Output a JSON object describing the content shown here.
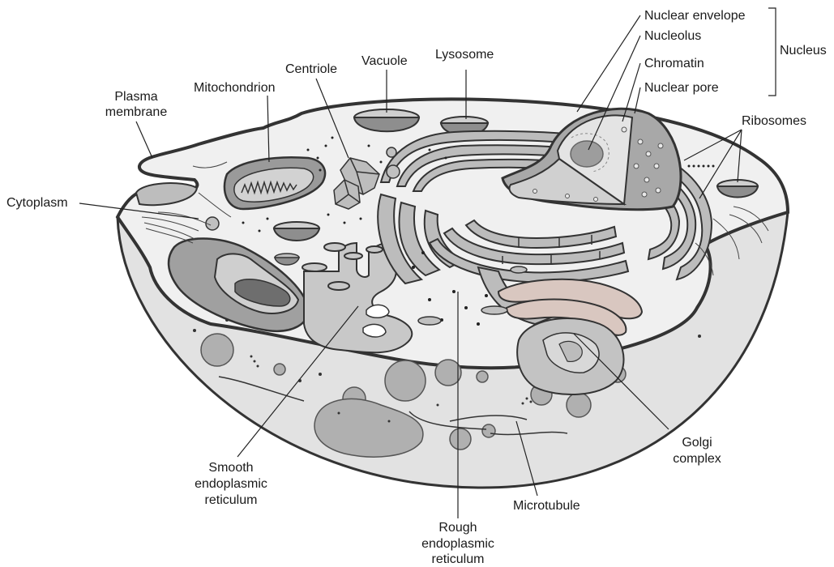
{
  "labels": {
    "nuclear_envelope": "Nuclear envelope",
    "nucleolus": "Nucleolus",
    "chromatin": "Chromatin",
    "nuclear_pore": "Nuclear pore",
    "nucleus": "Nucleus",
    "ribosomes": "Ribosomes",
    "lysosome": "Lysosome",
    "vacuole": "Vacuole",
    "centriole": "Centriole",
    "mitochondrion": "Mitochondrion",
    "plasma_membrane_1": "Plasma",
    "plasma_membrane_2": "membrane",
    "cytoplasm": "Cytoplasm",
    "smooth_er_1": "Smooth",
    "smooth_er_2": "endoplasmic",
    "smooth_er_3": "reticulum",
    "rough_er_1": "Rough",
    "rough_er_2": "endoplasmic",
    "rough_er_3": "reticulum",
    "microtubule": "Microtubule",
    "golgi_1": "Golgi",
    "golgi_2": "complex"
  },
  "colors": {
    "outline": "#333333",
    "cell_fill": "#e6e6e6",
    "cytoplasm_top": "#f2f2f2",
    "organelle_dark": "#9a9a9a",
    "organelle_mid": "#bdbdbd",
    "golgi_tint": "#d9c7c0"
  }
}
